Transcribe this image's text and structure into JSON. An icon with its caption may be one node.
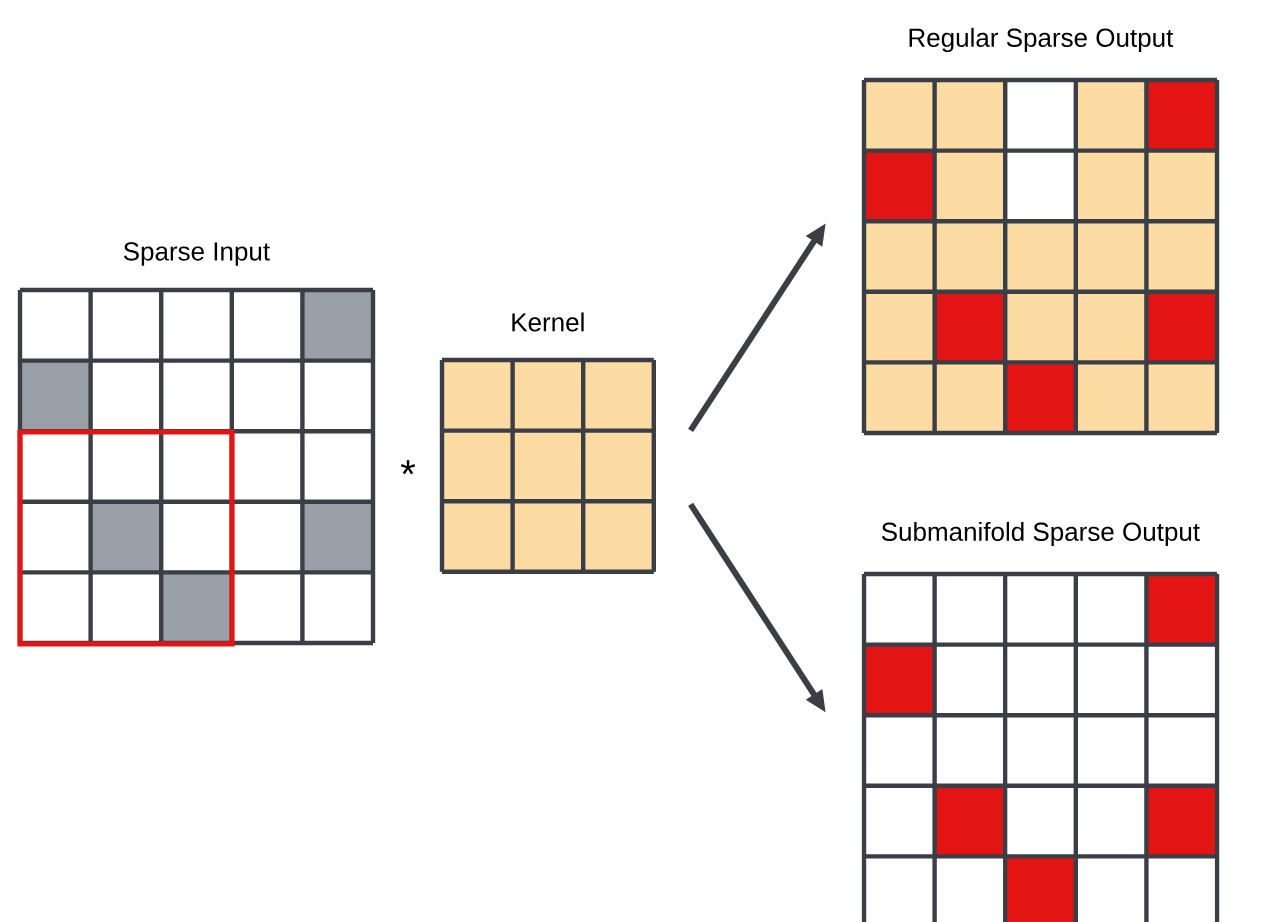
{
  "diagram": {
    "nodes": [
      {
        "text": [
          "Sparse Input"
        ]
      },
      {
        "text": [
          "Kernel"
        ]
      },
      {
        "text": [
          "Regular Sparse Output"
        ]
      },
      {
        "text": [
          "Submanifold Sparse Output"
        ]
      }
    ],
    "edges": [
      {
        "from": 1,
        "to": 2,
        "arrow": "to"
      },
      {
        "from": 1,
        "to": 3,
        "arrow": "to"
      }
    ],
    "labels": [
      "*"
    ]
  }
}
